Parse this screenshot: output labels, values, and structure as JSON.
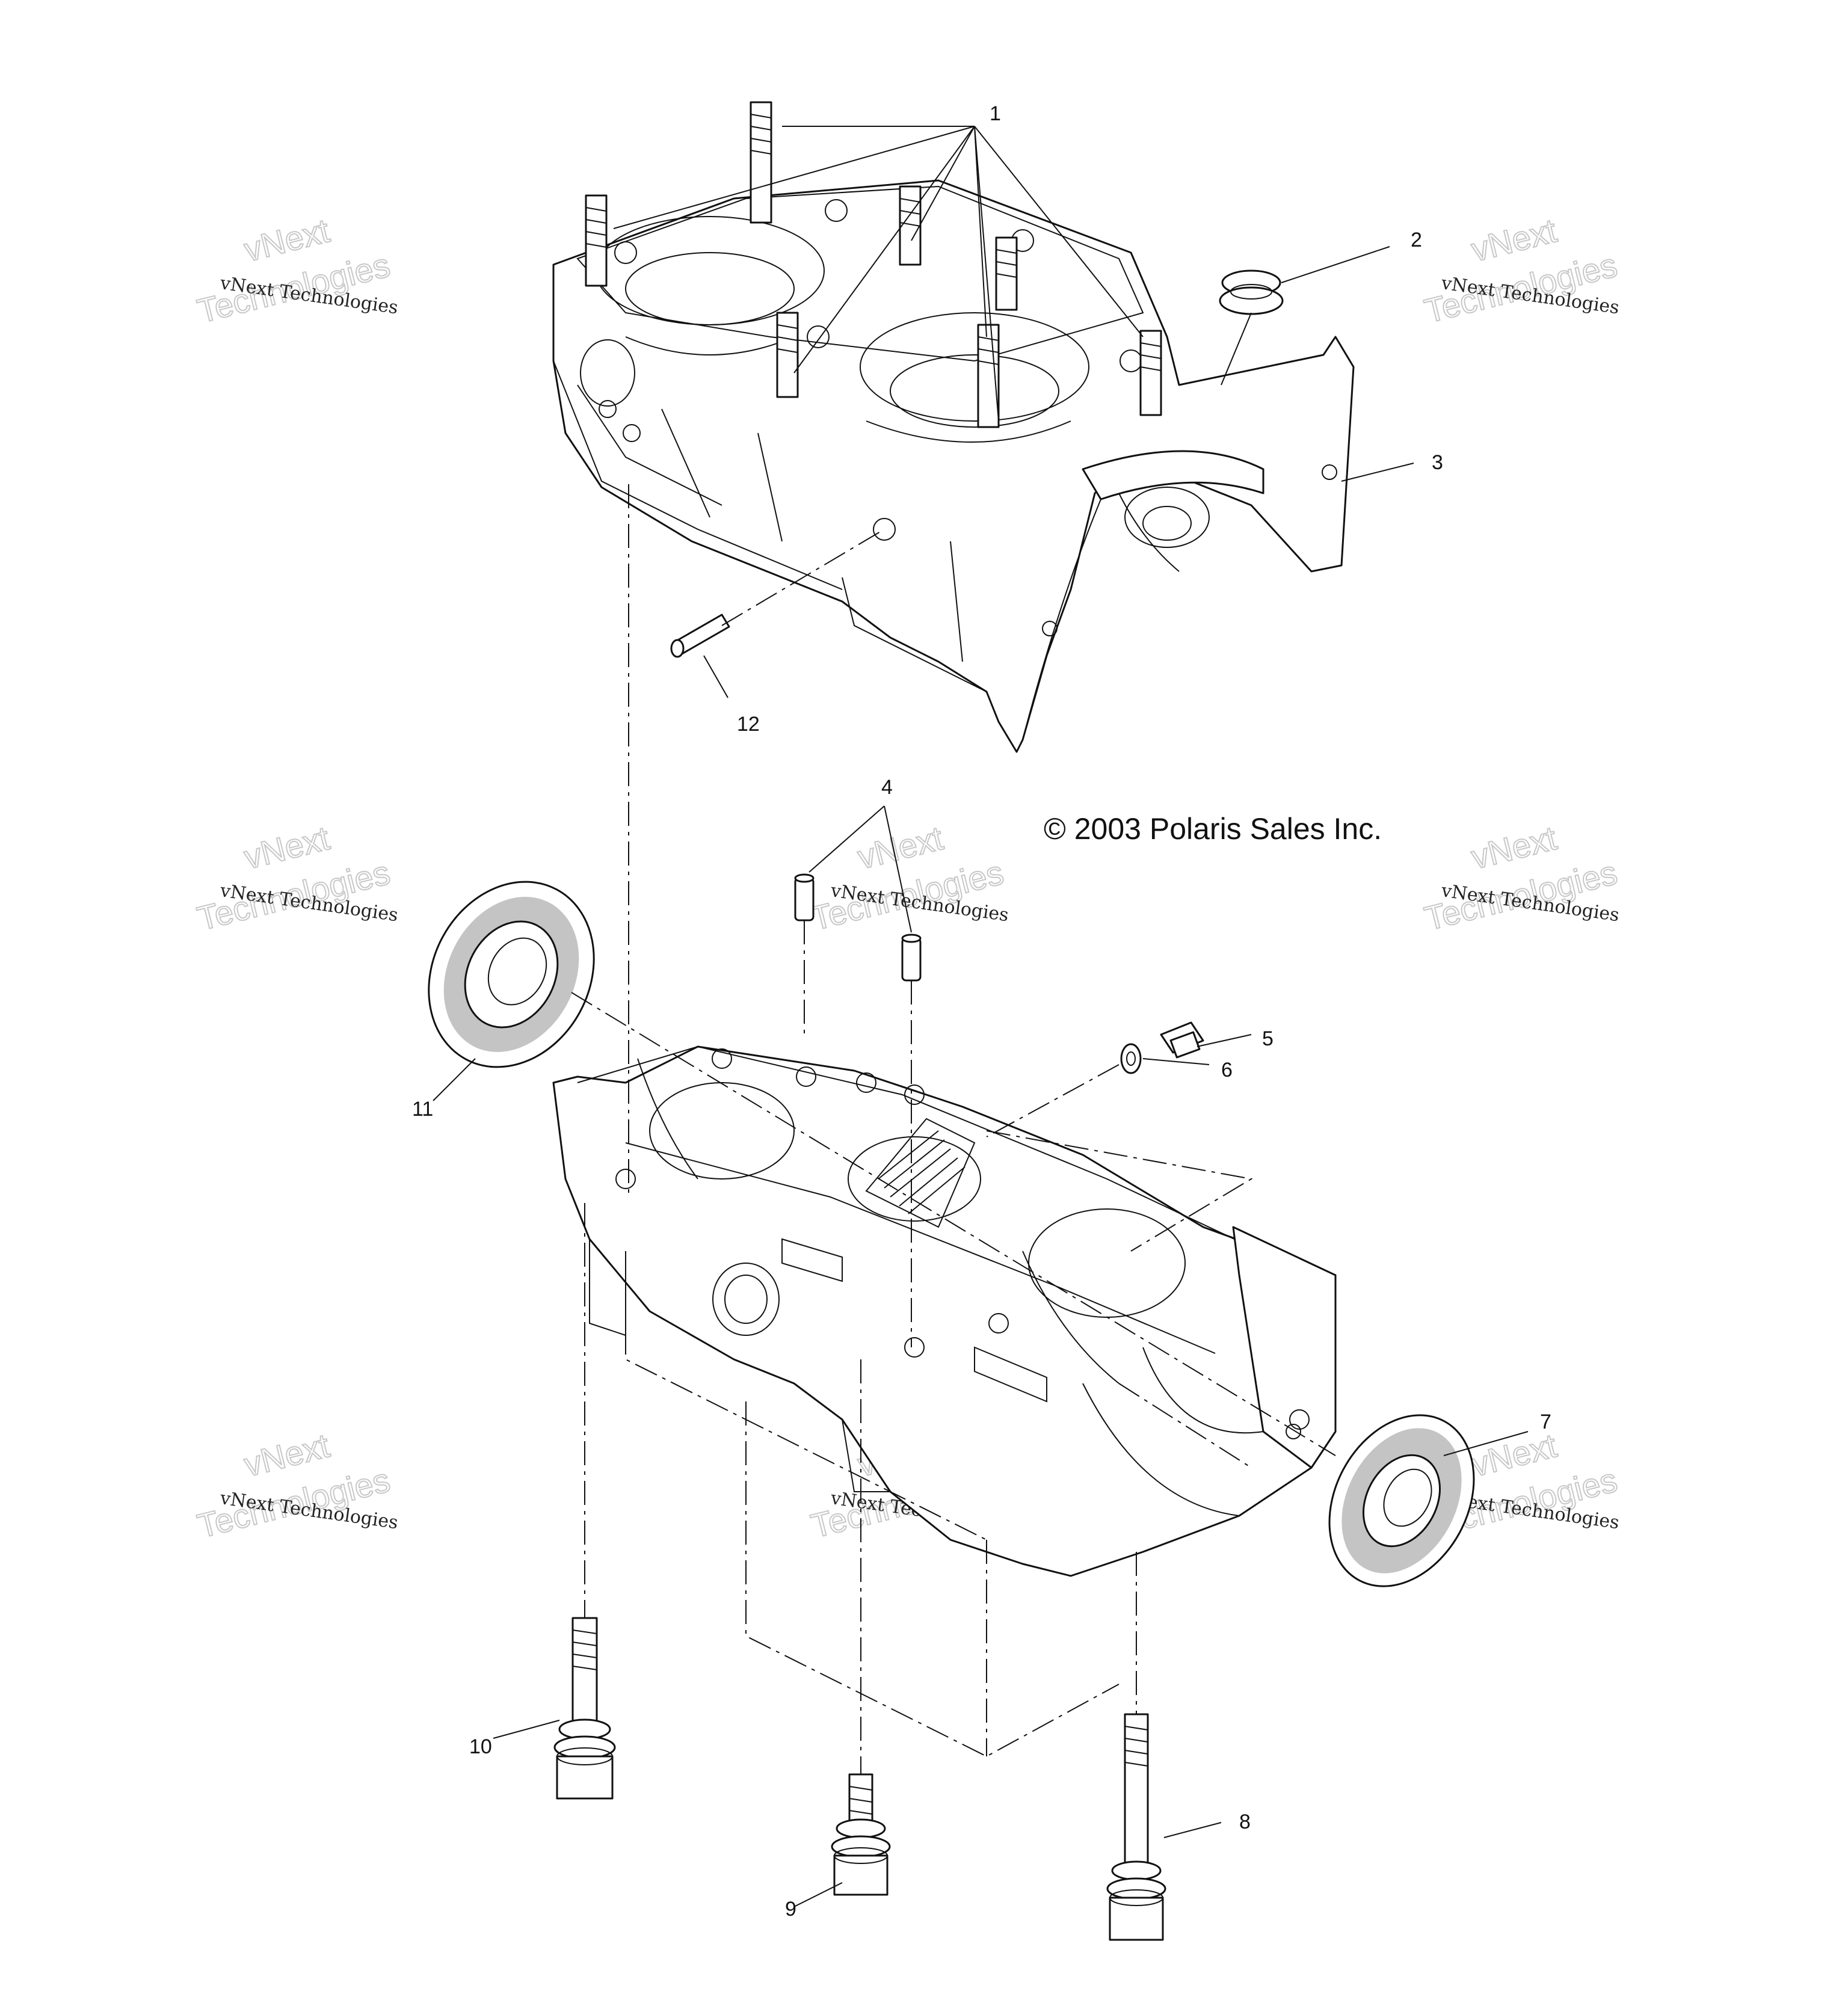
{
  "diagram": {
    "copyright": "© 2003 Polaris Sales Inc.",
    "watermark": {
      "line1": "vNext",
      "line2": "vNext Technologies",
      "line3": "Technologies"
    },
    "callouts": [
      "1",
      "2",
      "3",
      "4",
      "5",
      "6",
      "7",
      "8",
      "9",
      "10",
      "11",
      "12"
    ]
  }
}
